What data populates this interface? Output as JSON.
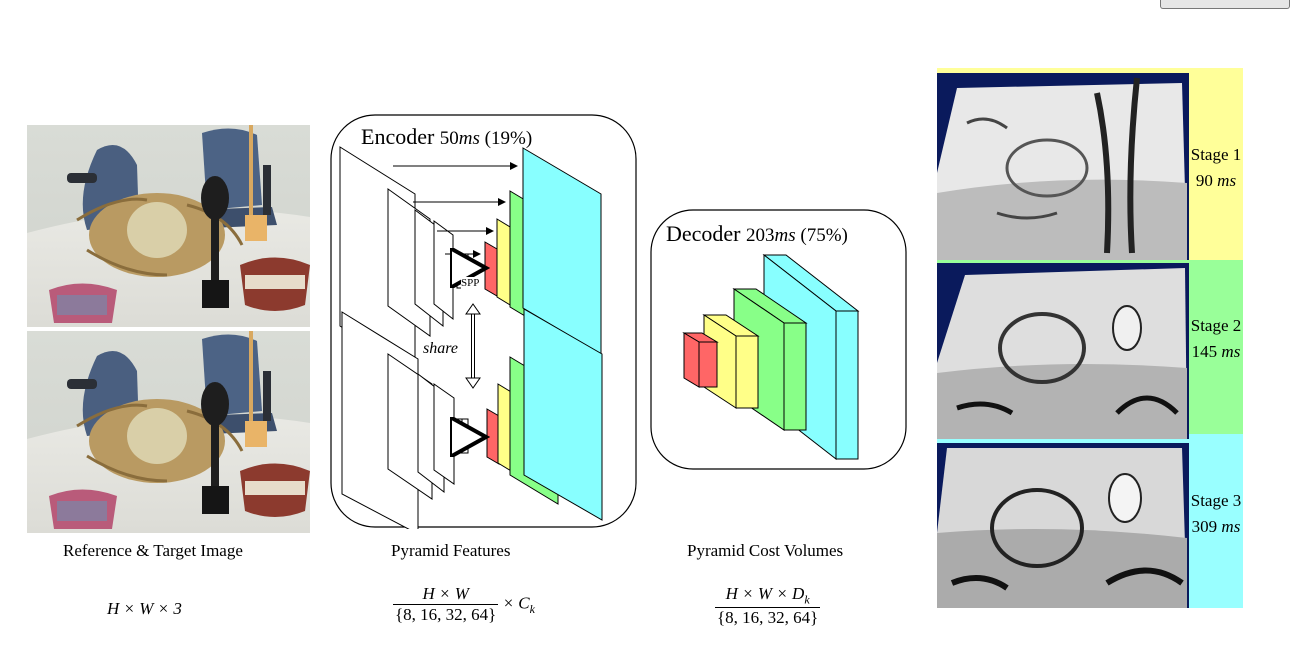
{
  "captions": {
    "images": "Reference & Target Image",
    "features": "Pyramid Features",
    "cost_volumes": "Pyramid Cost Volumes"
  },
  "formulas": {
    "image_shape": "H × W × 3",
    "features_numer": "H × W",
    "features_denom": "{8, 16, 32, 64}",
    "features_suffix": "× C",
    "features_sub": "k",
    "cost_numer": "H × W × D",
    "cost_sub": "k",
    "cost_denom": "{8, 16, 32, 64}"
  },
  "encoder": {
    "title": "Encoder",
    "time": "50",
    "unit": "ms",
    "pct": "(19%)",
    "spp": "SPP",
    "share": "share"
  },
  "decoder": {
    "title": "Decoder",
    "time": "203",
    "unit": "ms",
    "pct": "(75%)"
  },
  "stages": [
    {
      "name": "Stage 1",
      "time": "90",
      "unit": "ms",
      "color": "#ffff99"
    },
    {
      "name": "Stage 2",
      "time": "145",
      "unit": "ms",
      "color": "#99ff99"
    },
    {
      "name": "Stage 3",
      "time": "309",
      "unit": "ms",
      "color": "#99ffff"
    }
  ],
  "colors": {
    "level1": "#ff6666",
    "level2": "#ffff88",
    "level3": "#88ff88",
    "level4": "#88ffff",
    "disparity_bg": "#0a1a5c"
  }
}
